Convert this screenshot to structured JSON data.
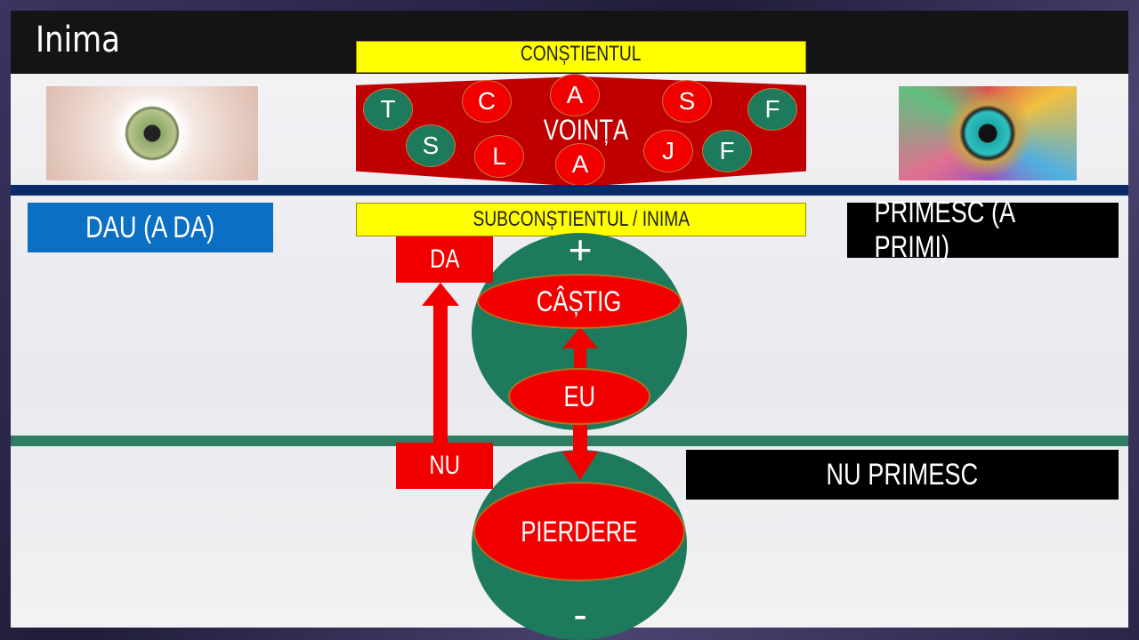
{
  "title": "Inima",
  "constient": "CONȘTIENTUL",
  "vointa": {
    "label": "VOINȚA",
    "letters": [
      "T",
      "S",
      "C",
      "L",
      "A",
      "A",
      "S",
      "J",
      "F",
      "F"
    ]
  },
  "subconstient": "SUBCONȘTIENTUL / INIMA",
  "dau": "DAU (A DA)",
  "primesc": "PRIMESC (A PRIMI)",
  "nu_primesc": "NU PRIMESC",
  "da": "DA",
  "nu": "NU",
  "plus": "+",
  "minus": "-",
  "castig": "CÂȘTIG",
  "eu": "EU",
  "pierdere": "PIERDERE",
  "colors": {
    "yellow": "#ffff00",
    "red": "#f20000",
    "green": "#1e7a5c",
    "navy": "#0a2a6a",
    "blue": "#0b6fc4"
  }
}
